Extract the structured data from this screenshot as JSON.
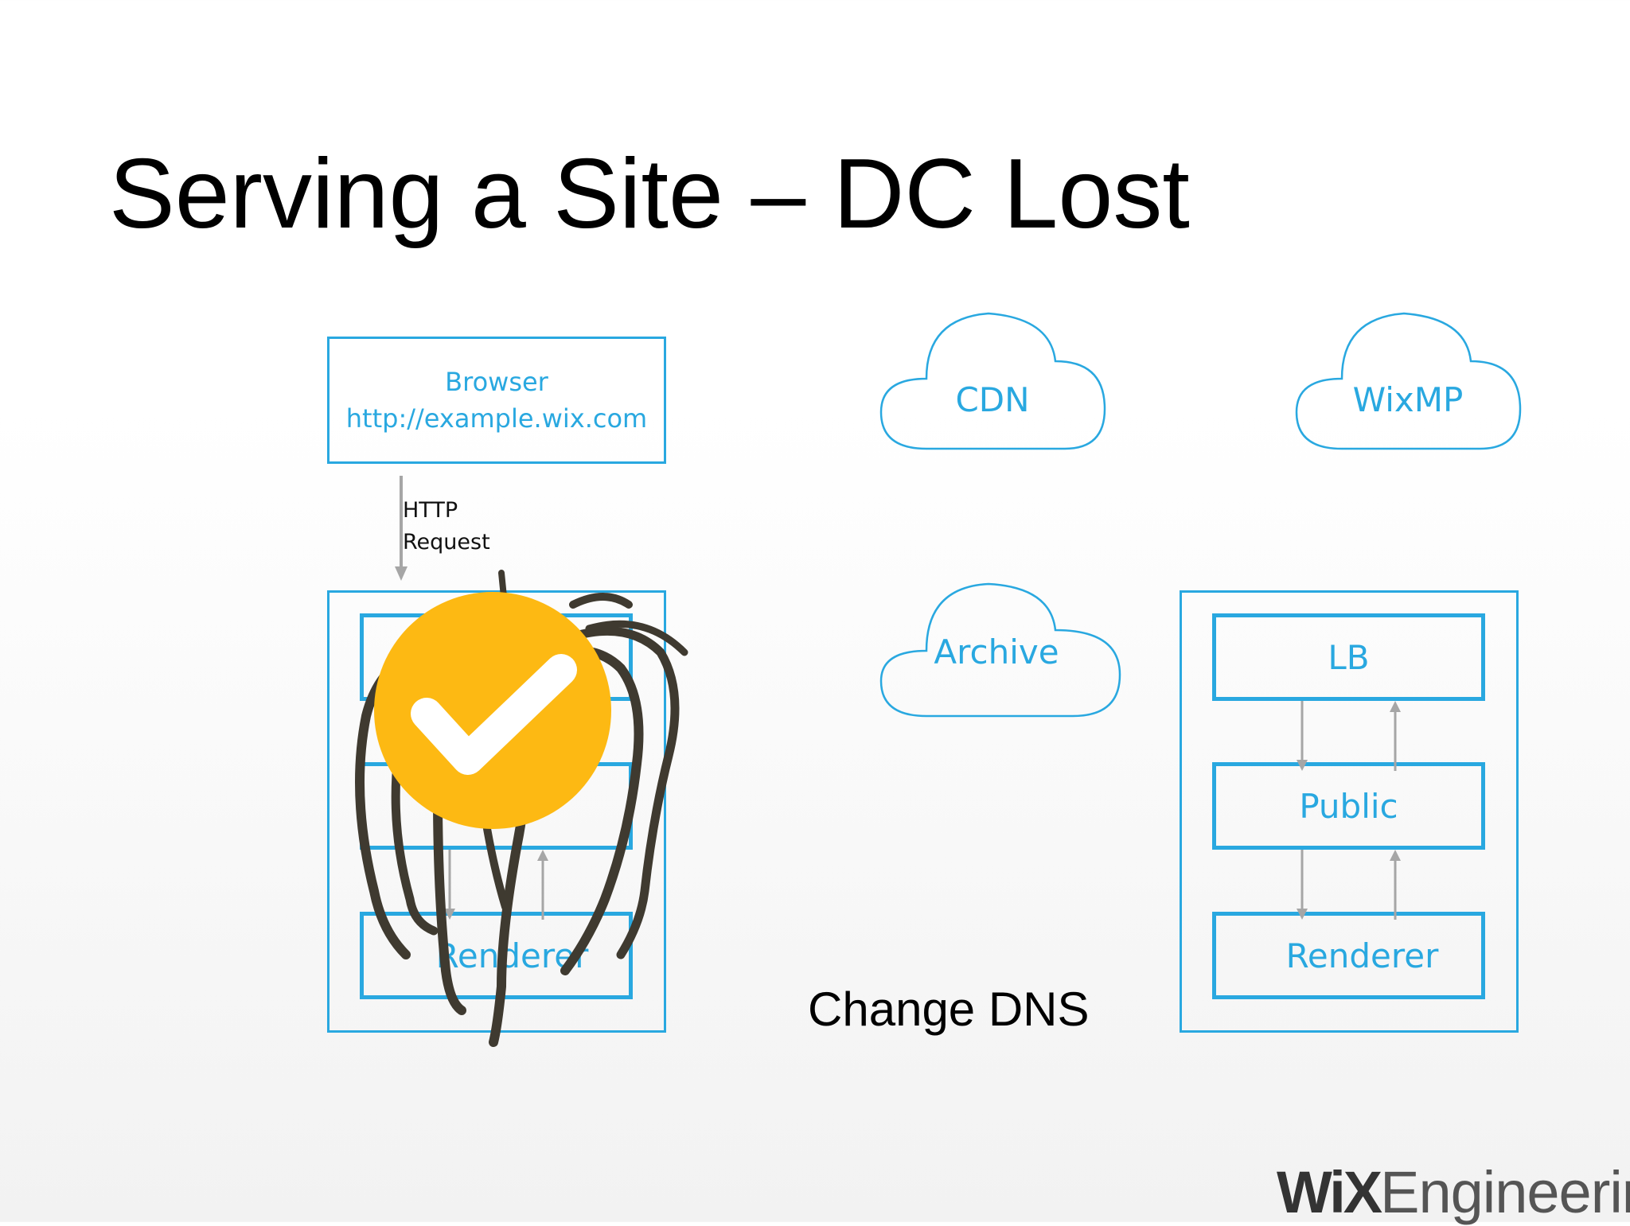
{
  "title": "Serving a Site – DC Lost",
  "browser": {
    "line1": "Browser",
    "line2": "http://example.wix.com"
  },
  "arrow_label": {
    "line1": "HTTP",
    "line2": "Request"
  },
  "clouds": {
    "cdn": "CDN",
    "wixmp": "WixMP",
    "archive": "Archive"
  },
  "left_dc": {
    "renderer": "Renderer"
  },
  "right_dc": {
    "lb": "LB",
    "public": "Public",
    "renderer": "Renderer"
  },
  "change_dns": "Change DNS",
  "logo": {
    "brand": "WiX",
    "suffix": "Engineering"
  },
  "colors": {
    "accent": "#29a8e0",
    "check": "#fdb913",
    "arrow": "#a6a6a6"
  },
  "icons": [
    "cloud-icon",
    "checkmark-icon",
    "spider-icon"
  ]
}
